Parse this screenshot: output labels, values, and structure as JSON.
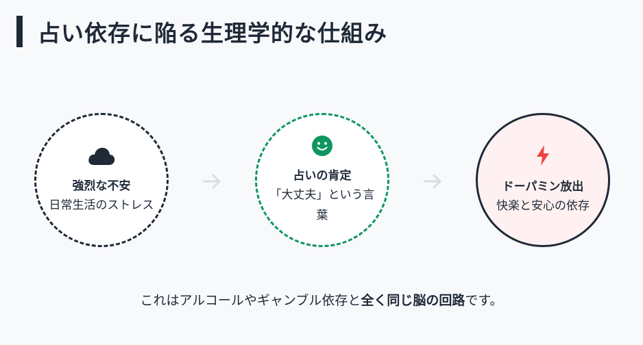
{
  "heading": {
    "title": "占い依存に陥る生理学的な仕組み"
  },
  "steps": [
    {
      "icon": "cloud-icon",
      "label": "強烈な不安",
      "description": "日常生活のストレス",
      "border_color": "#1f2937",
      "icon_color": "#1f2937"
    },
    {
      "icon": "smiley-icon",
      "label": "占いの肯定",
      "description": "「大丈夫」という言葉",
      "border_color": "#0f9660",
      "icon_color": "#0f9660"
    },
    {
      "icon": "lightning-bolt-icon",
      "label": "ドーパミン放出",
      "description": "快楽と安心の依存",
      "border_color": "#1f2937",
      "icon_color": "#ef4444",
      "fill_color": "#fff1f1"
    }
  ],
  "arrows": [
    "arrow-right-icon",
    "arrow-right-icon"
  ],
  "footer": {
    "text_before": "これはアルコールやギャンブル依存と",
    "text_bold": "全く同じ脳の回路",
    "text_after": "です。"
  }
}
